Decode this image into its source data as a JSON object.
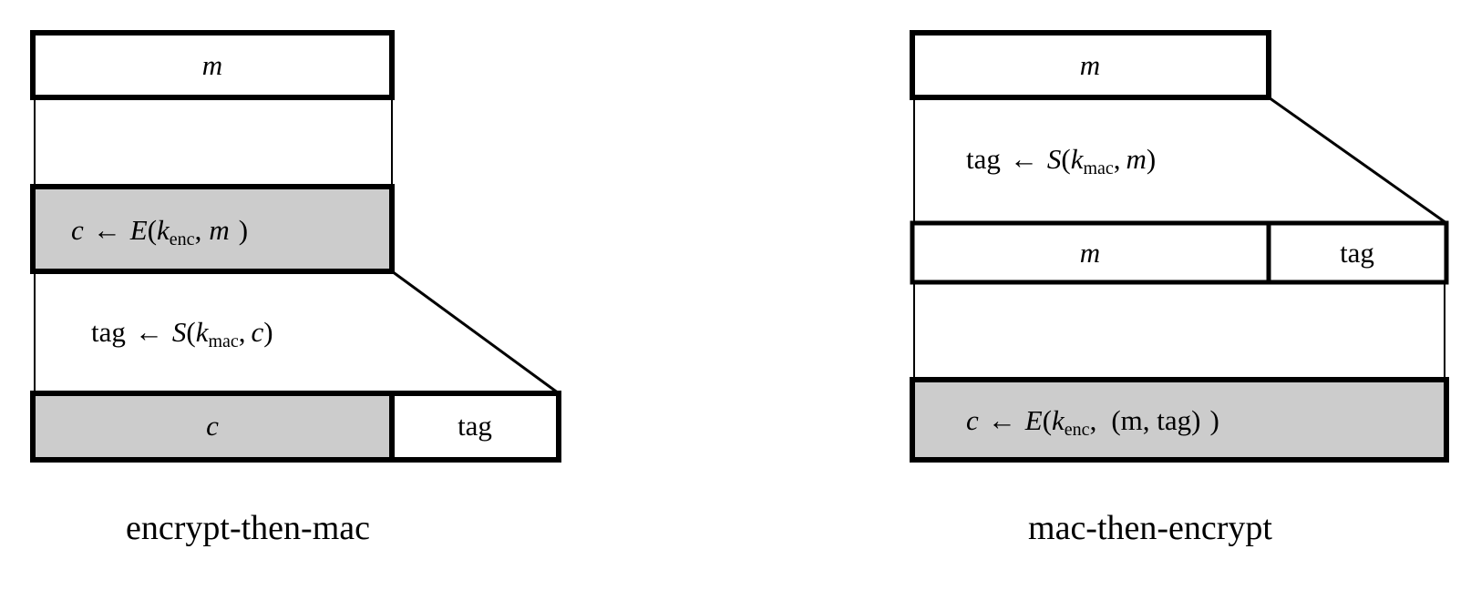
{
  "figure": {
    "title": "",
    "background_color": "#ffffff",
    "stroke_color": "#000000",
    "shaded_fill": "#cccccc",
    "plain_fill": "#ffffff"
  },
  "left_diagram": {
    "caption": "encrypt-then-mac",
    "rows": [
      {
        "id": "left-row-message",
        "kind": "box",
        "shaded": false,
        "cells": [
          {
            "label": "m",
            "italic": true,
            "shaded": false
          }
        ]
      },
      {
        "id": "left-row-encrypt",
        "kind": "box",
        "shaded": true,
        "cells": [
          {
            "label": "c ← E(k_enc, m )",
            "italic": false,
            "shaded": true
          }
        ],
        "formula": {
          "result": "c",
          "arrow": "←",
          "func": "E",
          "key": "k",
          "key_sub": "enc",
          "arg": "m"
        }
      },
      {
        "id": "left-row-output",
        "kind": "split-box",
        "cells": [
          {
            "label": "c",
            "italic": true,
            "shaded": true
          },
          {
            "label": "tag",
            "italic": false,
            "shaded": false
          }
        ]
      }
    ],
    "annotations": [
      {
        "id": "left-mac-step",
        "text": "tag ← S(k_mac, c)",
        "func": "S",
        "key": "k",
        "key_sub": "mac",
        "arg": "c",
        "result": "tag",
        "arrow": "←"
      }
    ]
  },
  "right_diagram": {
    "caption": "mac-then-encrypt",
    "rows": [
      {
        "id": "right-row-message",
        "kind": "box",
        "shaded": false,
        "cells": [
          {
            "label": "m",
            "italic": true,
            "shaded": false
          }
        ]
      },
      {
        "id": "right-row-mtag",
        "kind": "split-box",
        "cells": [
          {
            "label": "m",
            "italic": true,
            "shaded": false
          },
          {
            "label": "tag",
            "italic": false,
            "shaded": false
          }
        ]
      },
      {
        "id": "right-row-encrypt",
        "kind": "box",
        "shaded": true,
        "cells": [
          {
            "label": "c ← E(k_enc,  (m, tag) )",
            "italic": false,
            "shaded": true
          }
        ],
        "formula": {
          "result": "c",
          "arrow": "←",
          "func": "E",
          "key": "k",
          "key_sub": "enc",
          "arg": "(m, tag)"
        }
      }
    ],
    "annotations": [
      {
        "id": "right-mac-step",
        "text": "tag ← S(k_mac, m)",
        "func": "S",
        "key": "k",
        "key_sub": "mac",
        "arg": "m",
        "result": "tag",
        "arrow": "←"
      }
    ]
  },
  "glyphs": {
    "left_arrow": "←",
    "lparen": "(",
    "rparen": ")",
    "comma": ","
  }
}
